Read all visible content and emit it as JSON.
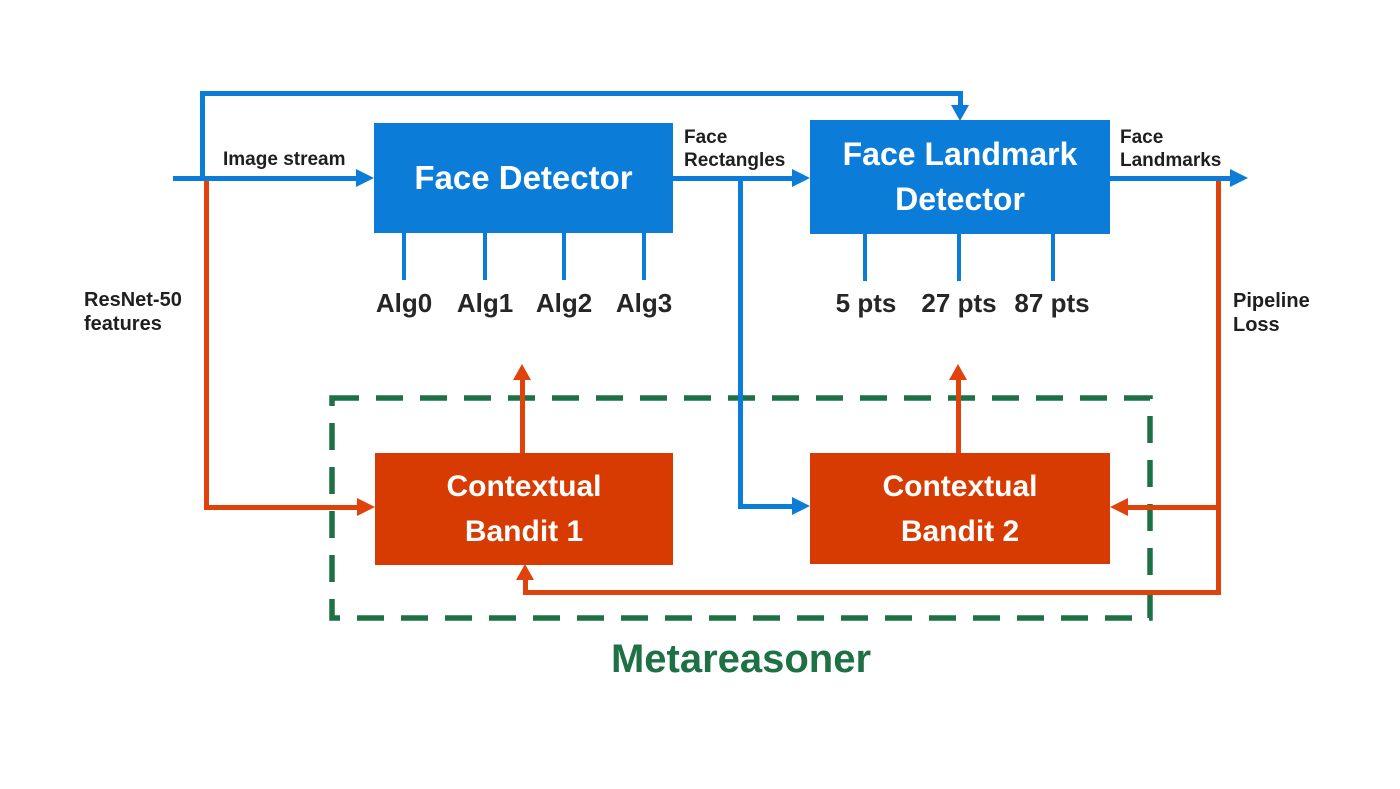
{
  "diagram": {
    "type": "pipeline-flowchart",
    "nodes": {
      "face_detector": {
        "lines": [
          "Face Detector"
        ]
      },
      "face_landmark_detector": {
        "lines": [
          "Face Landmark",
          "Detector"
        ]
      },
      "contextual_bandit_1": {
        "lines": [
          "Contextual",
          "Bandit 1"
        ]
      },
      "contextual_bandit_2": {
        "lines": [
          "Contextual",
          "Bandit 2"
        ]
      }
    },
    "labels": {
      "image_stream": "Image stream",
      "face_rectangles": "Face Rectangles",
      "face_landmarks": "Face Landmarks",
      "resnet_features": "ResNet-50 features",
      "pipeline_loss": "Pipeline Loss",
      "metareasoner": "Metareasoner"
    },
    "face_detector_algorithms": [
      "Alg0",
      "Alg1",
      "Alg2",
      "Alg3"
    ],
    "landmark_point_options": [
      "5 pts",
      "27 pts",
      "87 pts"
    ],
    "colors": {
      "blue": "#0b7cd8",
      "orange_red_box": "#d83b01",
      "orange_red_line": "#e0420c",
      "green": "#1e7145",
      "label_text": "#1f1f1f",
      "node_text": "#ffffff",
      "background": "#ffffff"
    }
  }
}
